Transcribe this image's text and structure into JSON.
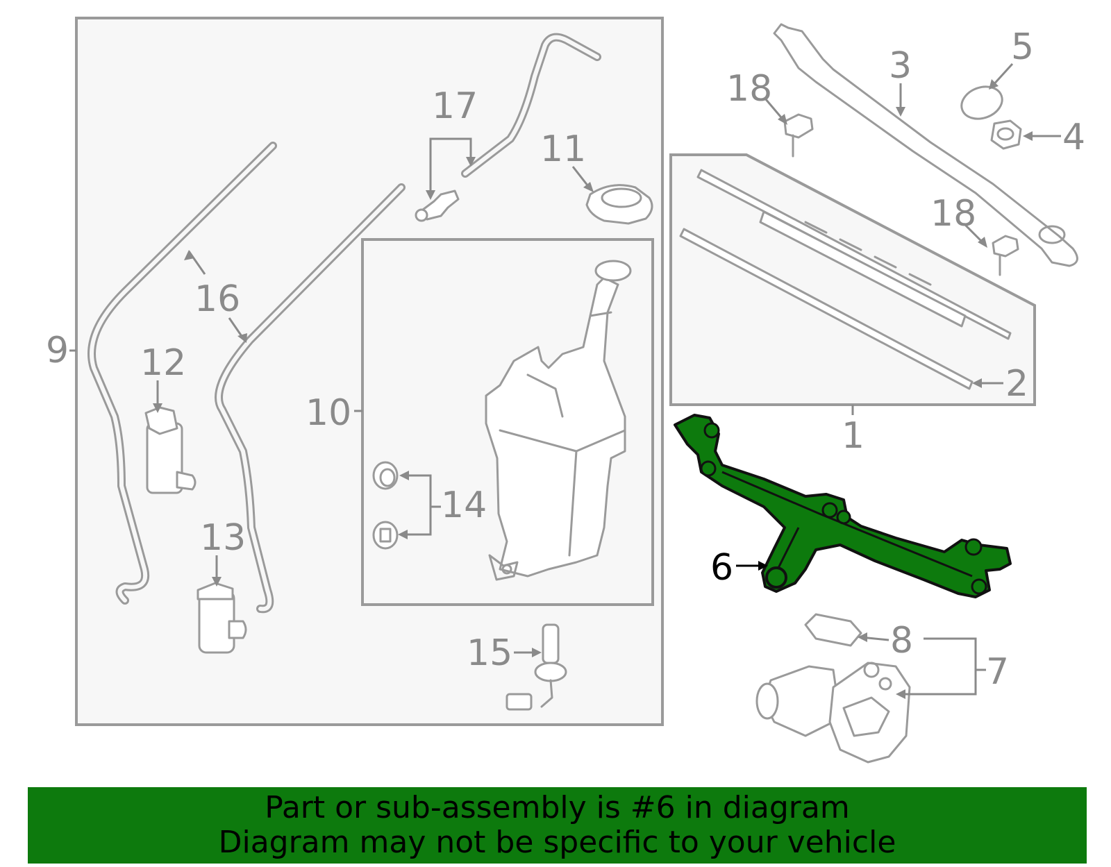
{
  "diagram": {
    "callouts": [
      "1",
      "2",
      "3",
      "4",
      "5",
      "6",
      "7",
      "8",
      "9",
      "10",
      "11",
      "12",
      "13",
      "14",
      "15",
      "16",
      "17",
      "18"
    ],
    "highlighted_part": "6",
    "highlight_color": "#0d7a0d"
  },
  "banner": {
    "line1": "Part or sub-assembly is #6 in diagram",
    "line2": "Diagram may not be specific to your vehicle",
    "background": "#0d7a0d"
  }
}
